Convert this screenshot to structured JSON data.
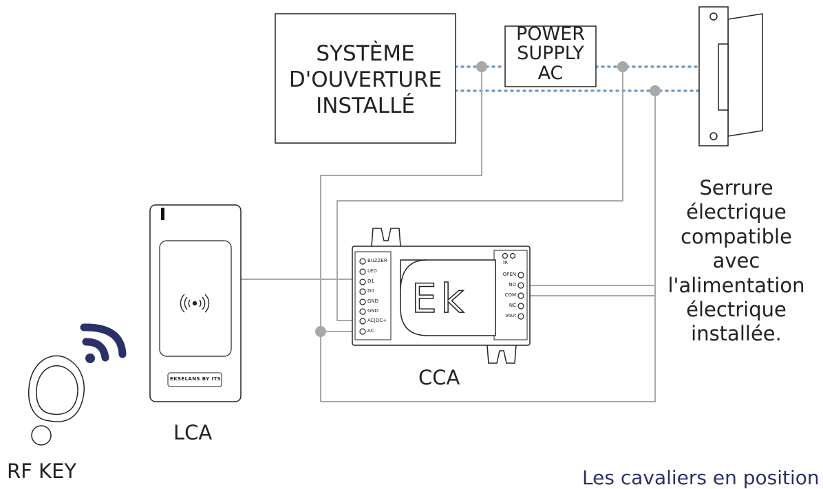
{
  "diagram": {
    "opening_system": [
      "SYSTÈME",
      "D'OUVERTURE",
      "INSTALLÉ"
    ],
    "power_supply": [
      "POWER",
      "SUPPLY",
      "AC"
    ],
    "lock_label": [
      "Serrure",
      "électrique",
      "compatible",
      "avec",
      "l'alimentation",
      "électrique",
      "installée."
    ],
    "cca_label": "CCA",
    "lca_label": "LCA",
    "rf_key_label": "RF KEY",
    "footer_note": "Les cavaliers en position",
    "reader_brand": "EKSELANS BY ITS",
    "cca_logo": "Ek",
    "cca_left_terminals": [
      "BUZZER",
      "LED",
      "D1",
      "D0",
      "GND",
      "GND",
      "AC|DC+",
      "AC"
    ],
    "cca_right_terminals": [
      "OPEN",
      "NO",
      "COM",
      "NC",
      "Vout"
    ],
    "cca_ir_label": "IR",
    "colors": {
      "dotted_wire": "#6f9cc9",
      "wire": "#a8a8a8",
      "junction": "#a8a8a8",
      "rf_waves": "#2b3068",
      "outline": "#222222"
    }
  }
}
